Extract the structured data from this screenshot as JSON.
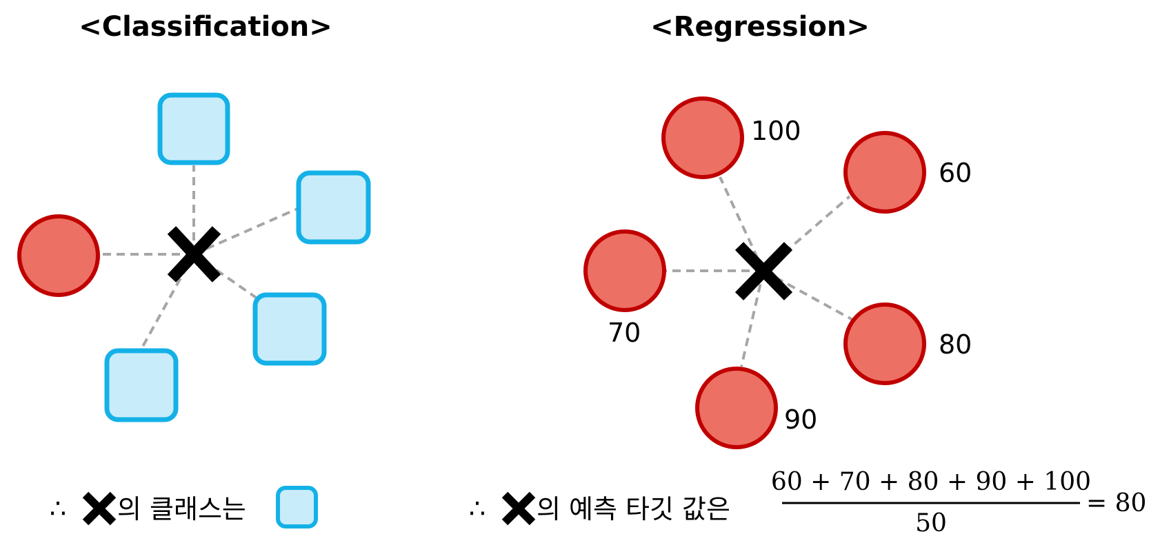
{
  "classification": {
    "title": "<Classification>",
    "conclusion_prefix": "∴",
    "conclusion_text": "의 클래스는"
  },
  "regression": {
    "title": "<Regression>",
    "neighbor_values": [
      100,
      60,
      70,
      80,
      90
    ],
    "conclusion_prefix": "∴",
    "conclusion_text": "의 예측 타깃 값은",
    "formula_numerator": "60 + 70 + 80 + 90 + 100",
    "formula_denominator": "50",
    "formula_result": "= 80"
  },
  "colors": {
    "square_fill": "#c9ecfa",
    "square_stroke": "#14b1e7",
    "circle_fill": "#ec7063",
    "circle_stroke": "#c00000",
    "dash": "#a6a6a6"
  }
}
